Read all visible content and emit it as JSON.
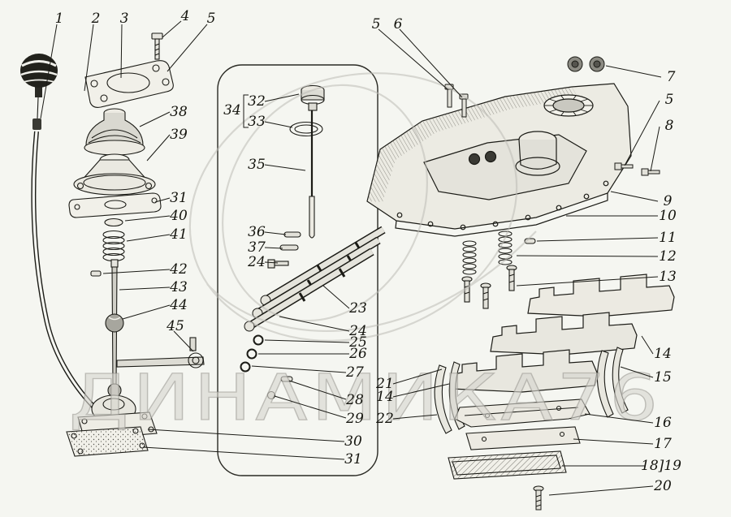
{
  "page": {
    "type": "exploded-parts-diagram",
    "subject": "gear shift lever and transmission top cover assembly",
    "background": "#f5f6f1",
    "ink": "#1b1b16"
  },
  "watermark": {
    "text": "ДИНАМИКА76",
    "color": "#d6d5cf"
  },
  "callouts": [
    {
      "label": "1"
    },
    {
      "label": "2"
    },
    {
      "label": "3"
    },
    {
      "label": "4"
    },
    {
      "label": "5"
    },
    {
      "label": "5"
    },
    {
      "label": "6"
    },
    {
      "label": "7"
    },
    {
      "label": "5"
    },
    {
      "label": "8"
    },
    {
      "label": "9"
    },
    {
      "label": "10"
    },
    {
      "label": "11"
    },
    {
      "label": "12"
    },
    {
      "label": "13"
    },
    {
      "label": "14"
    },
    {
      "label": "15"
    },
    {
      "label": "16"
    },
    {
      "label": "17"
    },
    {
      "label": "18]19"
    },
    {
      "label": "20"
    },
    {
      "label": "38"
    },
    {
      "label": "39"
    },
    {
      "label": "31"
    },
    {
      "label": "40"
    },
    {
      "label": "41"
    },
    {
      "label": "42"
    },
    {
      "label": "43"
    },
    {
      "label": "44"
    },
    {
      "label": "45"
    },
    {
      "label": "32"
    },
    {
      "label": "33"
    },
    {
      "label": "34"
    },
    {
      "label": "35"
    },
    {
      "label": "36"
    },
    {
      "label": "37"
    },
    {
      "label": "24"
    },
    {
      "label": "23"
    },
    {
      "label": "24"
    },
    {
      "label": "25"
    },
    {
      "label": "26"
    },
    {
      "label": "27"
    },
    {
      "label": "28"
    },
    {
      "label": "29"
    },
    {
      "label": "30"
    },
    {
      "label": "31"
    },
    {
      "label": "21"
    },
    {
      "label": "14"
    },
    {
      "label": "22"
    }
  ]
}
